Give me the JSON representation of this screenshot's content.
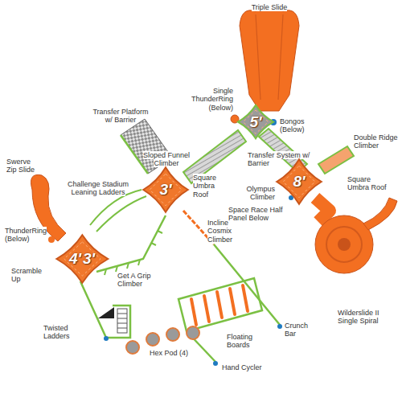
{
  "diagram": {
    "nodes": [
      {
        "text": [
          "5'"
        ]
      },
      {
        "text": [
          "3'"
        ]
      },
      {
        "text": [
          "8'"
        ]
      },
      {
        "text": [
          "4'",
          "3'"
        ]
      }
    ],
    "labels": [
      "Triple Slide",
      "Single ThunderRing (Below)",
      "Bongos (Below)",
      "Transfer Platform w/ Barrier",
      "Sloped Funnel Climber",
      "Double Ridge Climber",
      "Swerve Zip Slide",
      "Challenge Stadium Leaning Ladders",
      "Square Umbra Roof",
      "Transfer System w/ Barrier",
      "Square Umbra Roof",
      "Olympus Climber",
      "Space Race Half Panel Below",
      "Incline Cosmix Climber",
      "Wilderslide II Single Spiral",
      "ThunderRing (Below)",
      "Scramble Up",
      "Get A Grip Climber",
      "Crunch Bar",
      "Floating Boards",
      "Twisted Ladders",
      "Hex Pod (4)",
      "Hand Cycler"
    ]
  }
}
